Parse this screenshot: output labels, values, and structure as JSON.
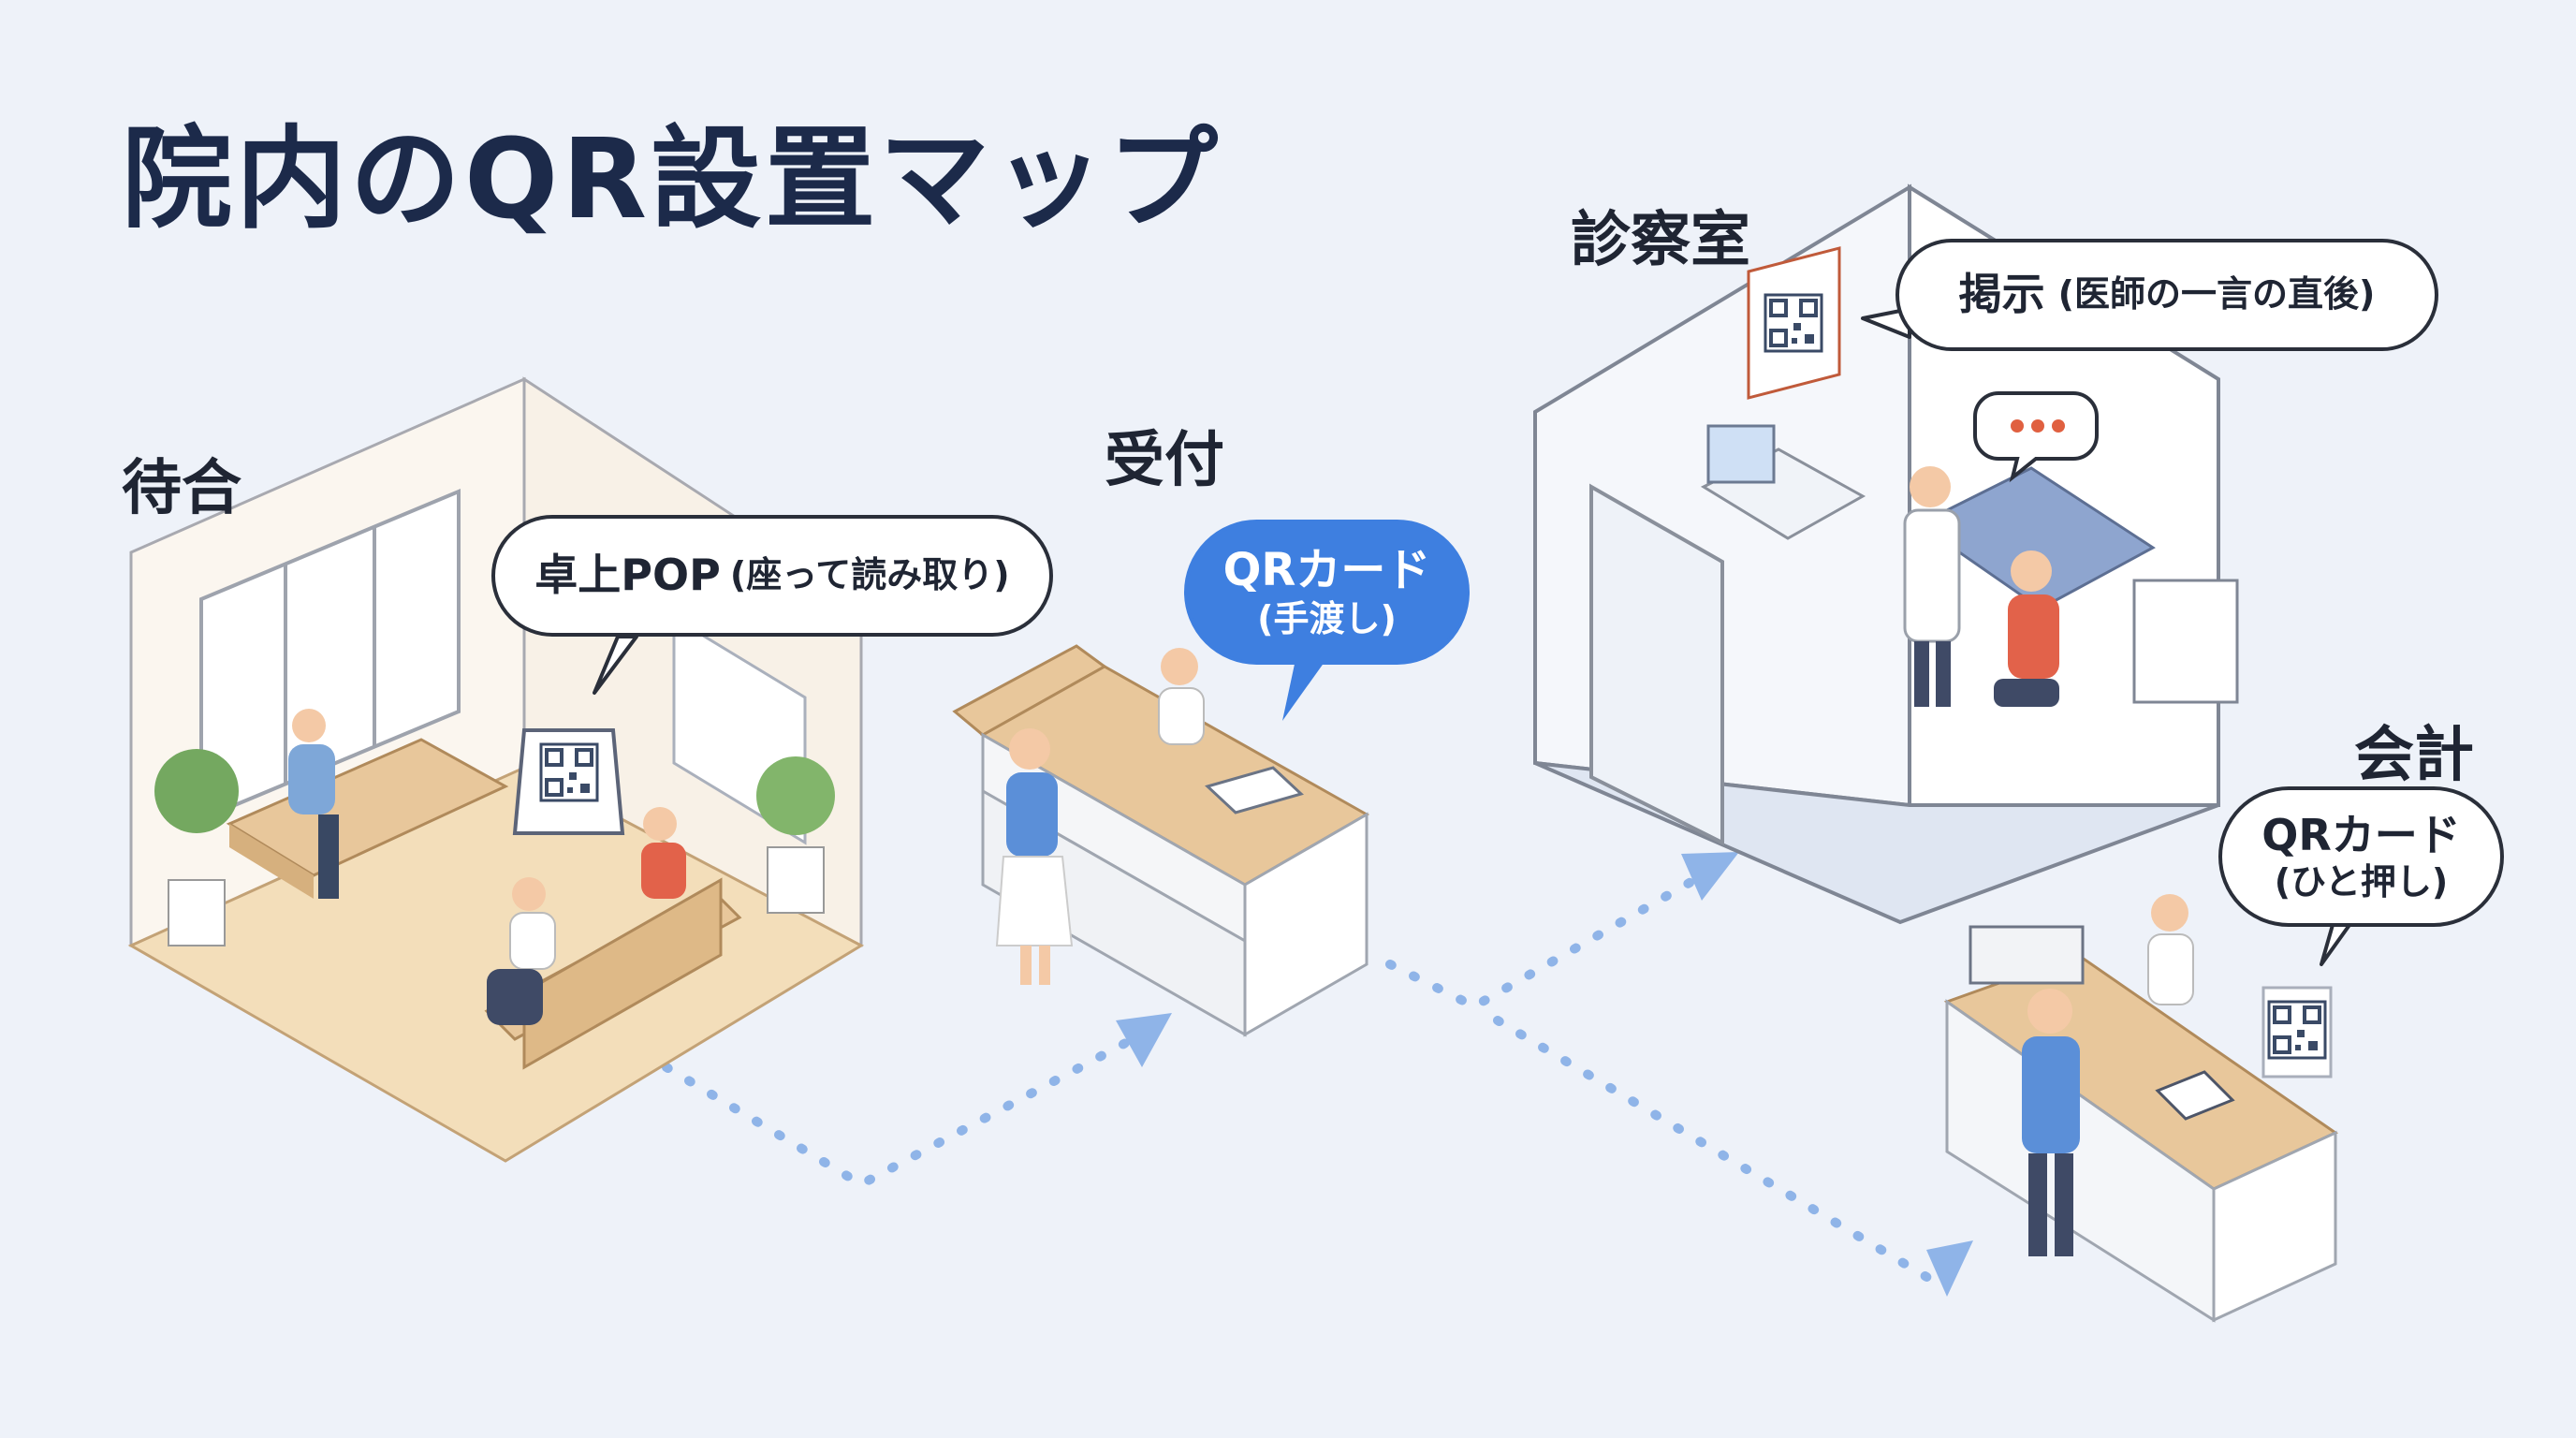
{
  "title": "院内のQR設置マップ",
  "areas": {
    "waiting": {
      "label": "待合",
      "callout_main": "卓上POP",
      "callout_sub": "(座って読み取り)"
    },
    "reception": {
      "label": "受付",
      "callout_main": "QRカード",
      "callout_sub": "(手渡し)"
    },
    "exam_room": {
      "label": "診察室",
      "callout_main": "掲示",
      "callout_sub": "(医師の一言の直後)"
    },
    "payment": {
      "label": "会計",
      "callout_main": "QRカード",
      "callout_sub": "(ひと押し)"
    }
  },
  "colors": {
    "title": "#1c2a4a",
    "callout_accent": "#3e7fe0",
    "flow_arrow": "#8fb4e8",
    "wood": "#e8c79b",
    "floor": "#f4dfc0"
  },
  "icons": [
    "qr-code-icon",
    "speech-dots-icon",
    "flow-arrow-icon"
  ]
}
